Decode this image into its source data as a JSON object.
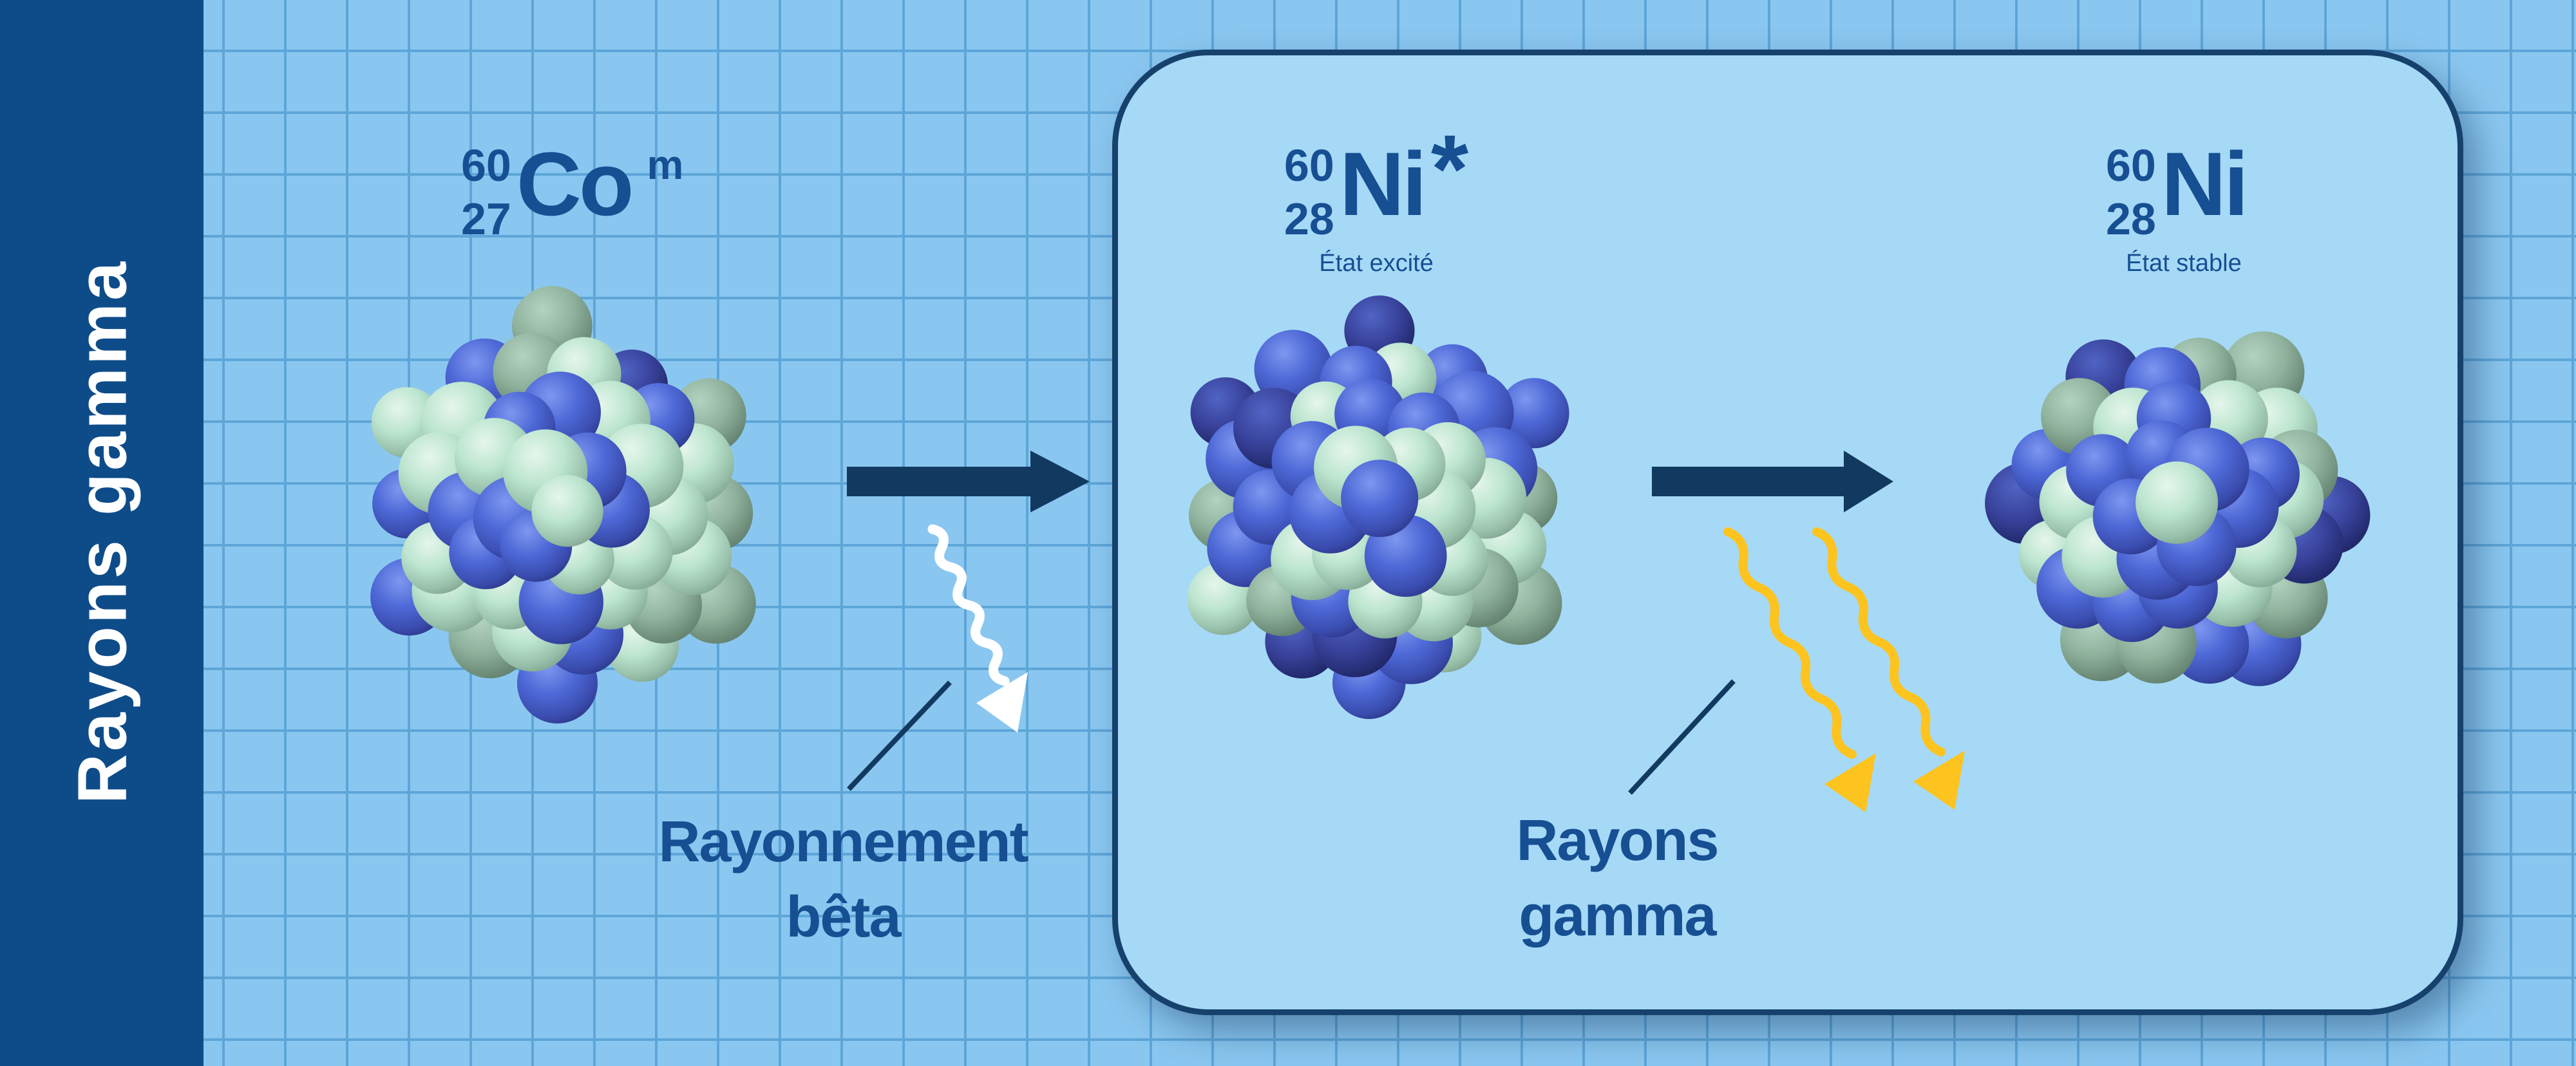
{
  "sidebar": {
    "title": "Rayons gamma"
  },
  "isotopes": [
    {
      "mass": "60",
      "atomic": "27",
      "symbol": "Co",
      "modifier": "m",
      "state_label": ""
    },
    {
      "mass": "60",
      "atomic": "28",
      "symbol": "Ni",
      "modifier": "*",
      "state_label": "État excité"
    },
    {
      "mass": "60",
      "atomic": "28",
      "symbol": "Ni",
      "modifier": "",
      "state_label": "État stable"
    }
  ],
  "annotations": {
    "beta": {
      "line1": "Rayonnement",
      "line2": "bêta"
    },
    "gamma": {
      "line1": "Rayons",
      "line2": "gamma"
    }
  },
  "colors": {
    "sidebar_bg": "#0e4c89",
    "sidebar_text": "#ffffff",
    "background": "#8ac7f0",
    "grid_line": "#5ea6d8",
    "panel_fill": "#a6d9f6",
    "panel_border": "#17416d",
    "arrow_navy": "#123a61",
    "label_blue": "#174f93",
    "beta_ray_white": "#ffffff",
    "gamma_ray_yellow": "#fdc41f",
    "nucleon_blue": "#4a66d2",
    "nucleon_green": "#bfe7d2"
  }
}
